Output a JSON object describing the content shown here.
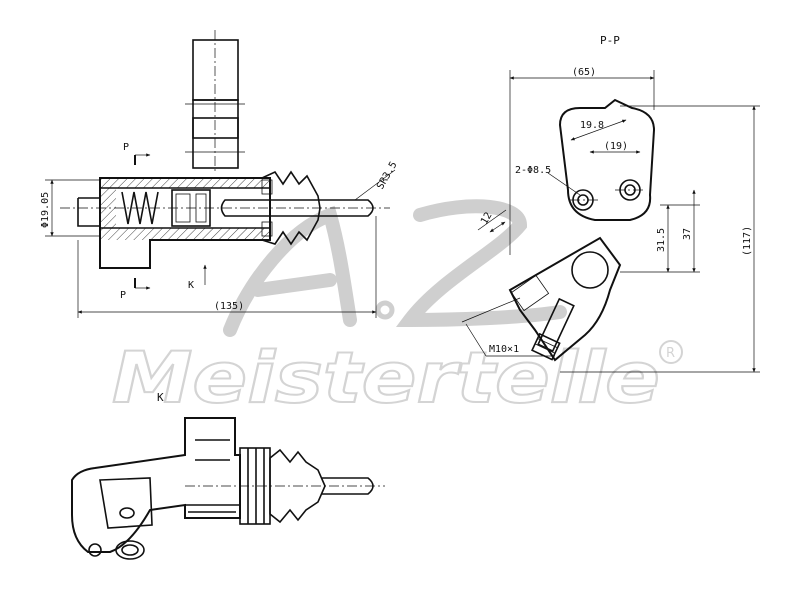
{
  "labels": {
    "section_title": "P-P",
    "view_k_title": "K",
    "cut_p_top": "P",
    "cut_p_bottom": "P",
    "arrow_k": "K",
    "dia_bore": "Φ19.05",
    "length_total": "(135)",
    "sphere_radius": "SR3.5",
    "width_65": "(65)",
    "dim_19_8": "19.8",
    "dim_19": "(19)",
    "holes": "2-Φ8.5",
    "dim_12": "12",
    "dim_31_5": "31.5",
    "dim_37": "37",
    "height_117": "(117)",
    "thread": "M10×1"
  },
  "watermark": {
    "brand": "Meistertelle",
    "registered": "R"
  },
  "colors": {
    "line": "#111111",
    "watermark": "#cfcfcf",
    "background": "#ffffff"
  }
}
